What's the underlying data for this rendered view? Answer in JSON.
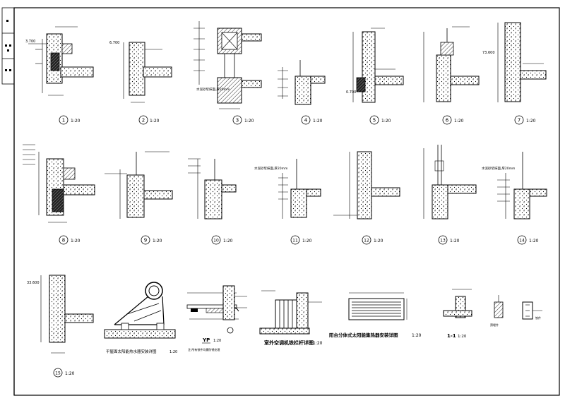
{
  "sheet": {
    "stamp_ticks": [
      "",
      "",
      ""
    ]
  },
  "details": [
    {
      "id": "d1",
      "num": "1",
      "scale": "1:20",
      "level": "3.700"
    },
    {
      "id": "d2",
      "num": "2",
      "scale": "1:20",
      "level": "6.700"
    },
    {
      "id": "d3",
      "num": "3",
      "scale": "1:20",
      "note": "水泥砂浆抹面,厚20mm"
    },
    {
      "id": "d4",
      "num": "4",
      "scale": "1:20"
    },
    {
      "id": "d5",
      "num": "5",
      "scale": "1:20",
      "level": "0.700"
    },
    {
      "id": "d6",
      "num": "6",
      "scale": "1:20"
    },
    {
      "id": "d7",
      "num": "7",
      "scale": "1:20",
      "level": "73.600"
    },
    {
      "id": "d8",
      "num": "8",
      "scale": "1:20"
    },
    {
      "id": "d9",
      "num": "9",
      "scale": "1:20"
    },
    {
      "id": "d10",
      "num": "10",
      "scale": "1:20"
    },
    {
      "id": "d11",
      "num": "11",
      "scale": "1:20",
      "note": "水泥砂浆抹面,厚20mm"
    },
    {
      "id": "d12",
      "num": "12",
      "scale": "1:20"
    },
    {
      "id": "d13",
      "num": "13",
      "scale": "1:20"
    },
    {
      "id": "d14",
      "num": "14",
      "scale": "1:20",
      "note": "水泥砂浆抹面,厚20mm"
    },
    {
      "id": "d15",
      "num": "15",
      "scale": "1:20",
      "level": "33.600"
    }
  ],
  "bottom_details": {
    "bracket_caption": "平屋面太阳能热水器安装详图",
    "bracket_scale": "1:20",
    "yp_title": "YP",
    "yp_scale": "1:20",
    "yp_note": "注:所有铁件均需防锈处理",
    "ac_caption": "室外空调机铁栏杆详图",
    "ac_scale": "1:20",
    "solar_caption": "阳台分体式太阳能集热器安装详图",
    "solar_scale": "1:20",
    "section_label": "1-1",
    "section_scale": "1:20",
    "section_mark": "1",
    "small_label_a": "预埋件",
    "small_label_b": "铁件"
  }
}
